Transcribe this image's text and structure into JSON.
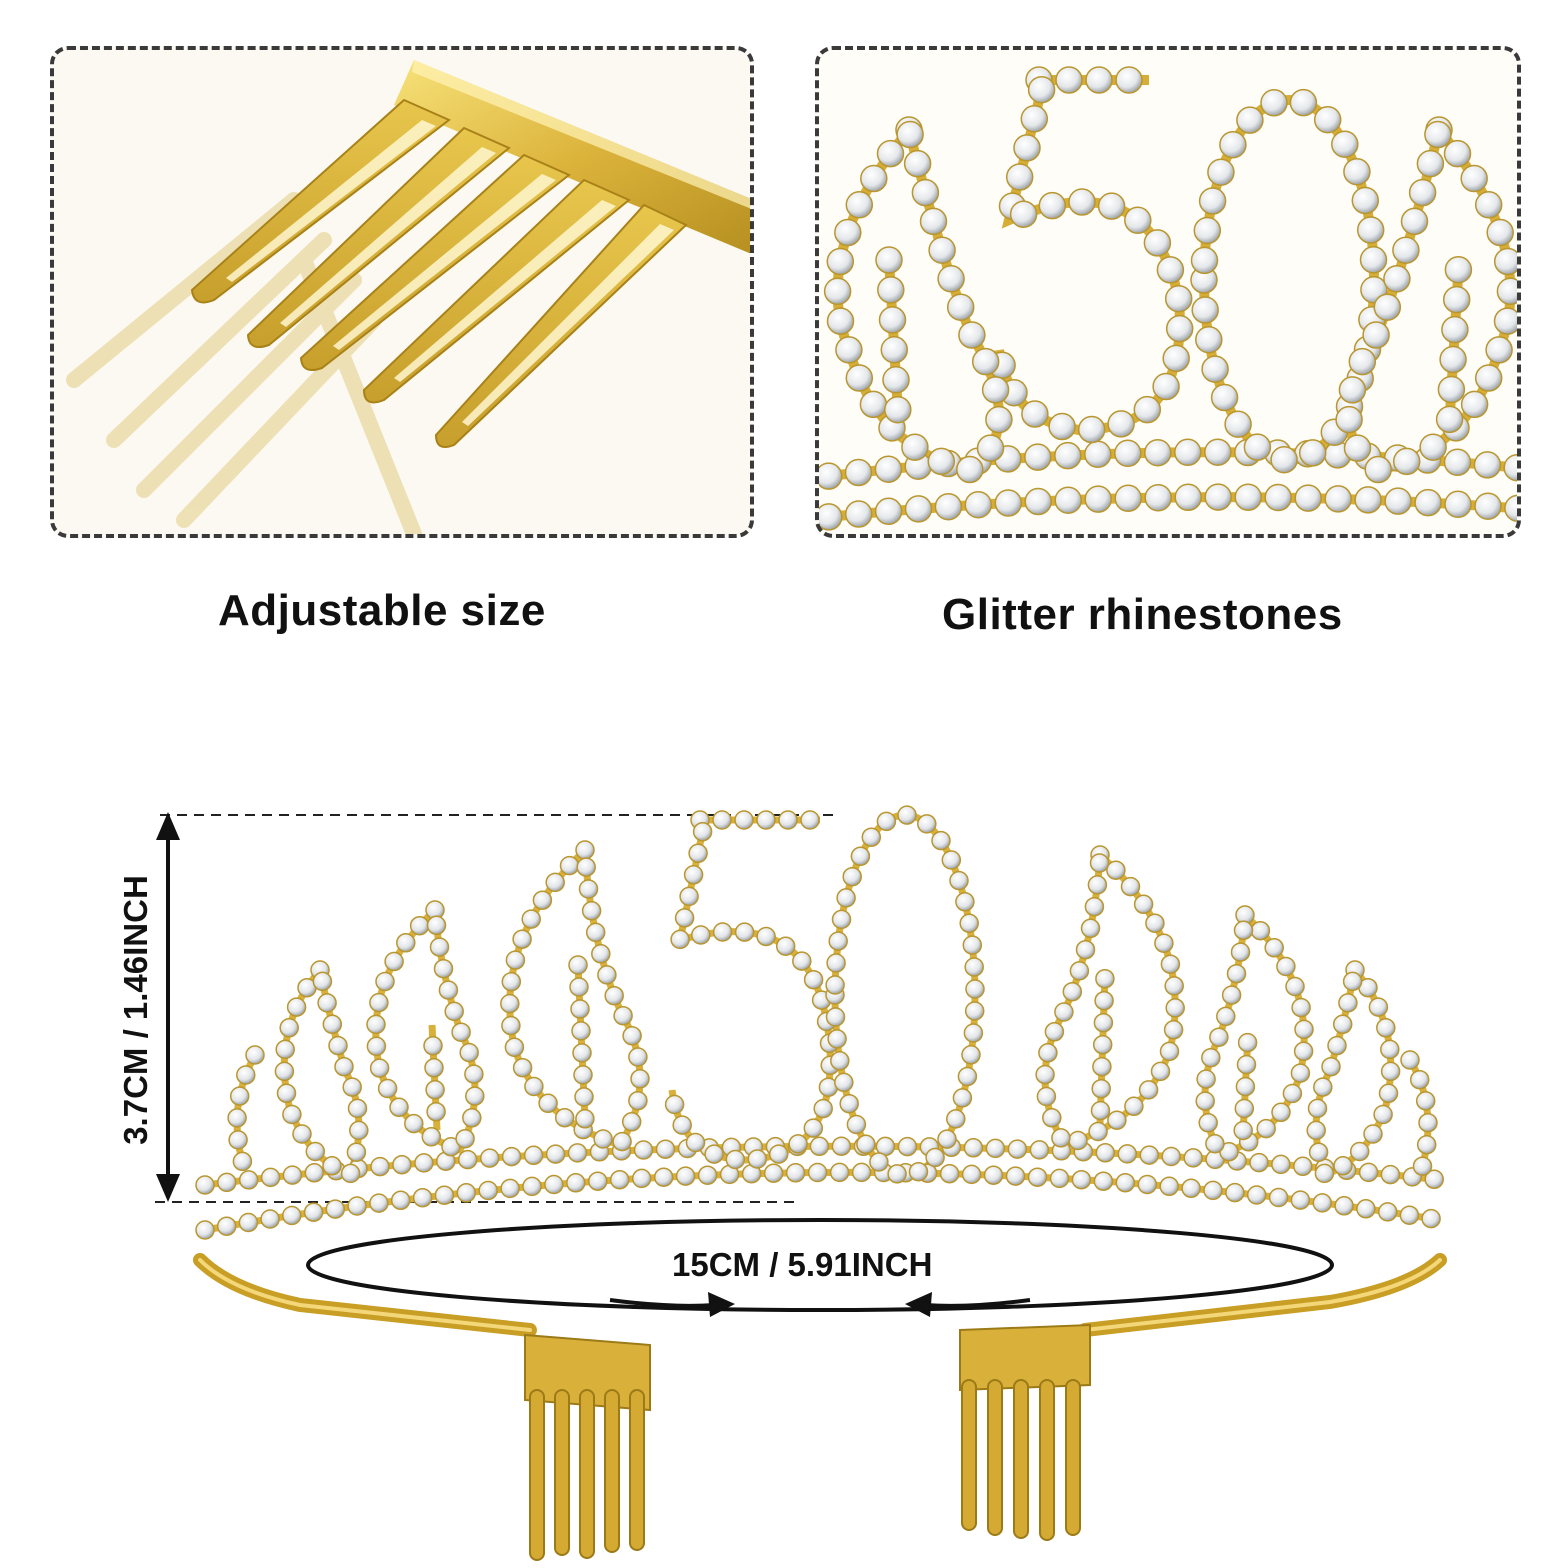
{
  "panels": {
    "comb_detail": {
      "caption": "Adjustable size",
      "icon": "hair-comb-closeup"
    },
    "rhinestone_detail": {
      "caption": "Glitter rhinestones",
      "number": "50",
      "icon": "rhinestone-50-closeup"
    }
  },
  "tiara": {
    "number": "50",
    "height_label": "3.7CM / 1.46INCH",
    "width_label": "15CM / 5.91INCH"
  },
  "colors": {
    "gold": "#d9b13a",
    "gold_light": "#f3d86a",
    "gold_dark": "#a07d18",
    "stone": "#eef0f2",
    "stone_shadow": "#9aa0a6",
    "ink": "#111111"
  }
}
